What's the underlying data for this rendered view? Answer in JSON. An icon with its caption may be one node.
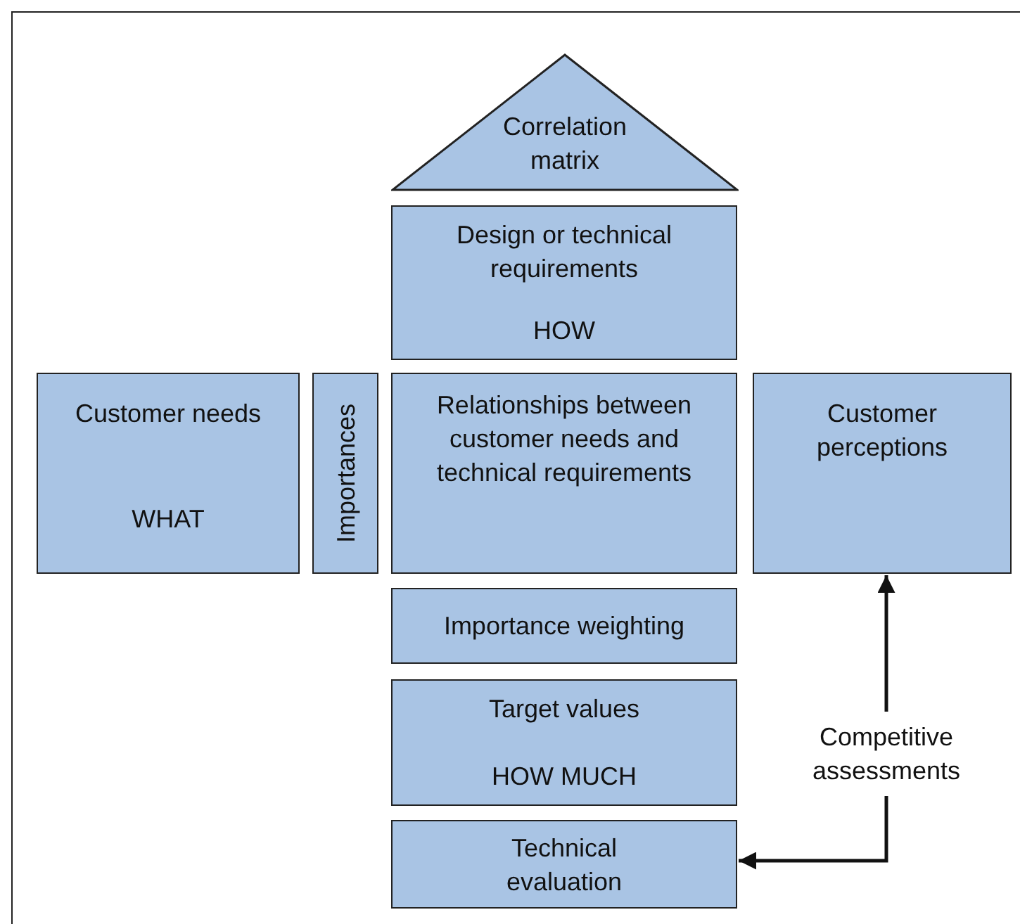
{
  "diagram": {
    "nodes": [
      {
        "text": [
          "Correlation matrix"
        ]
      },
      {
        "text": [
          "Design or technical requirements",
          "HOW"
        ]
      },
      {
        "text": [
          "Customer needs",
          "WHAT"
        ]
      },
      {
        "text": [
          "Importances"
        ]
      },
      {
        "text": [
          "Relationships between customer needs and technical requirements"
        ]
      },
      {
        "text": [
          "Customer perceptions"
        ]
      },
      {
        "text": [
          "Importance weighting"
        ]
      },
      {
        "text": [
          "Target values",
          "HOW MUCH"
        ]
      },
      {
        "text": [
          "Competitive assessments"
        ]
      },
      {
        "text": [
          "Technical evaluation"
        ]
      }
    ],
    "edges": [
      {
        "from": 8,
        "to": 5,
        "arrow": "to"
      },
      {
        "from": 8,
        "to": 9,
        "arrow": "to"
      }
    ]
  }
}
